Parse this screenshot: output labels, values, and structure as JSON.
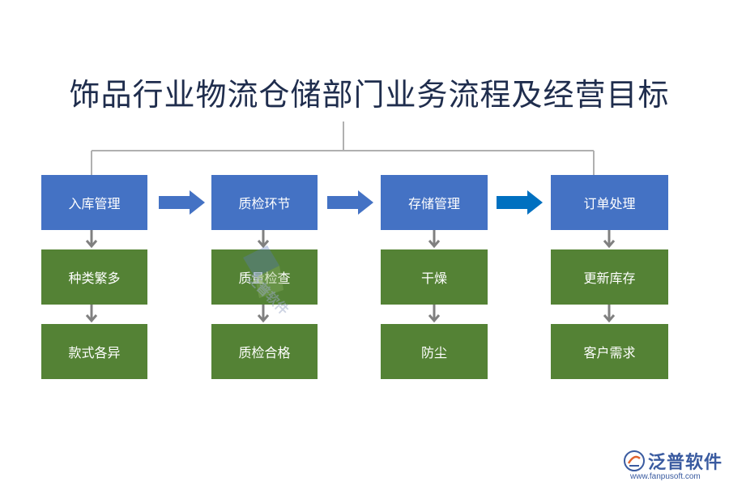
{
  "title": "饰品行业物流仓储部门业务流程及经营目标",
  "columns": [
    {
      "header": "入库管理",
      "steps": [
        "种类繁多",
        "款式各异"
      ]
    },
    {
      "header": "质检环节",
      "steps": [
        "质量检查",
        "质检合格"
      ]
    },
    {
      "header": "存储管理",
      "steps": [
        "干燥",
        "防尘"
      ]
    },
    {
      "header": "订单处理",
      "steps": [
        "更新库存",
        "客户需求"
      ]
    }
  ],
  "watermark": "泛普软件",
  "logo": {
    "name": "泛普软件",
    "url": "www.fanpusoft.com"
  },
  "colors": {
    "header_box": "#4472c4",
    "step_box": "#548235",
    "connector": "#b0b0b0",
    "arrow_down": "#808080",
    "arrow_right": "#4472c4",
    "arrow_right_last": "#0070c0",
    "title": "#1f2d4d"
  }
}
